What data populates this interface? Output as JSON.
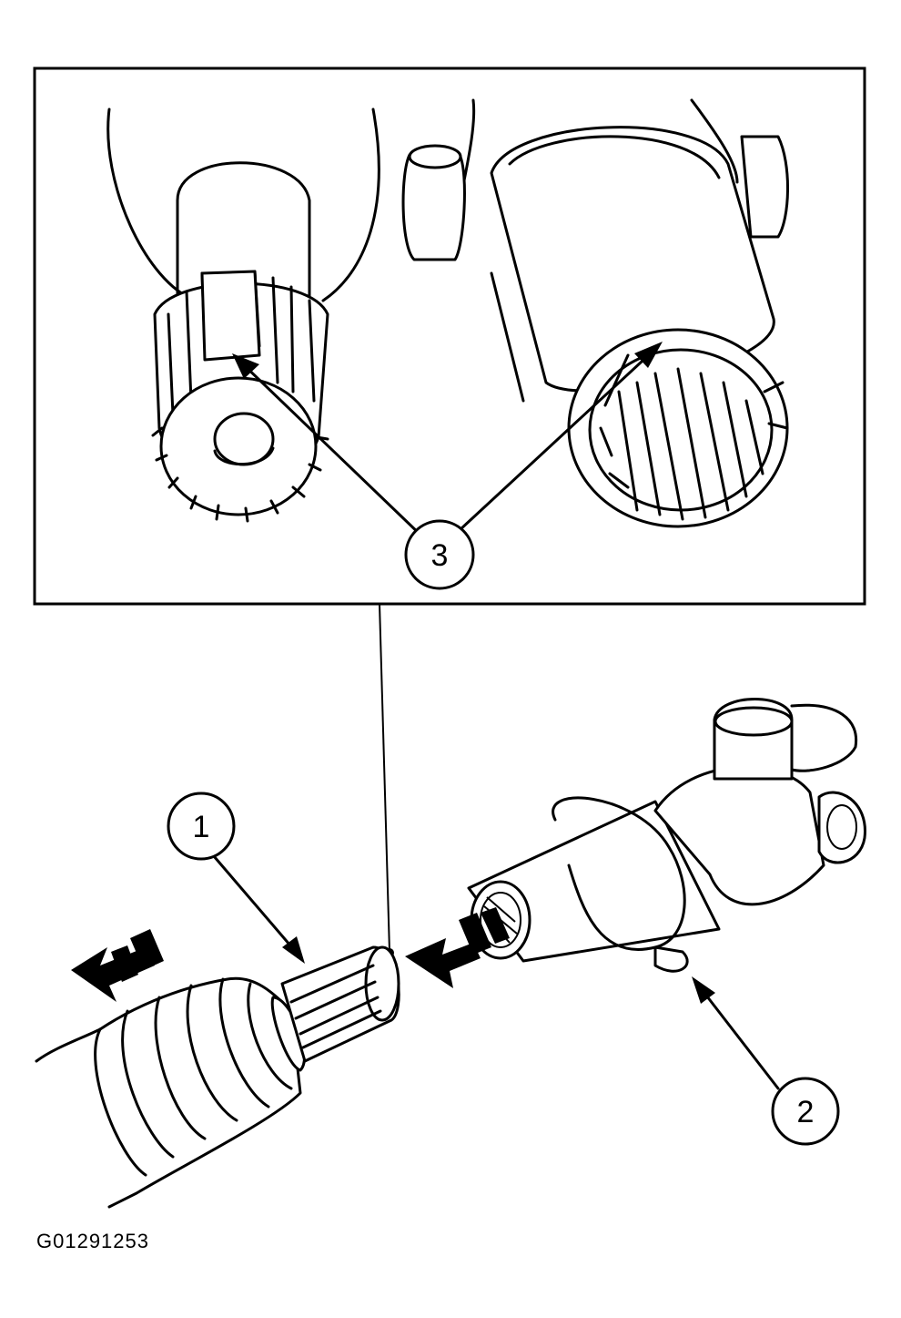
{
  "figure": {
    "id_label": "G01291253",
    "callouts": [
      {
        "number": "1",
        "part": "slip-yoke-shaft"
      },
      {
        "number": "2",
        "part": "yoke-ring"
      },
      {
        "number": "3",
        "part": "alignment-marks"
      }
    ]
  }
}
